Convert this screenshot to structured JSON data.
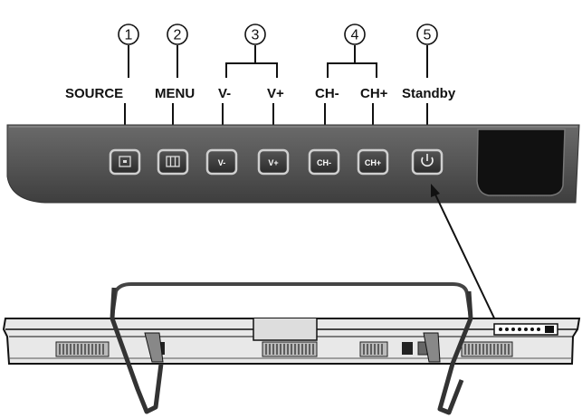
{
  "callouts": [
    {
      "number": "①",
      "label": "SOURCE"
    },
    {
      "number": "②",
      "label": "MENU"
    },
    {
      "number": "③",
      "labels": [
        "V-",
        "V+"
      ]
    },
    {
      "number": "④",
      "labels": [
        "CH-",
        "CH+"
      ]
    },
    {
      "number": "⑤",
      "label": "Standby"
    }
  ],
  "buttons": [
    {
      "name": "source",
      "glyph": "⊡"
    },
    {
      "name": "menu",
      "glyph": "▥"
    },
    {
      "name": "volume-down",
      "glyph": "V-"
    },
    {
      "name": "volume-up",
      "glyph": "V+"
    },
    {
      "name": "channel-down",
      "glyph": "CH-"
    },
    {
      "name": "channel-up",
      "glyph": "CH+"
    },
    {
      "name": "standby",
      "glyph": "⏻"
    }
  ],
  "colors": {
    "panel": "#5a5a5a",
    "button": "#3a3a3a",
    "button_border": "#cfcfcf",
    "line": "#111111"
  }
}
